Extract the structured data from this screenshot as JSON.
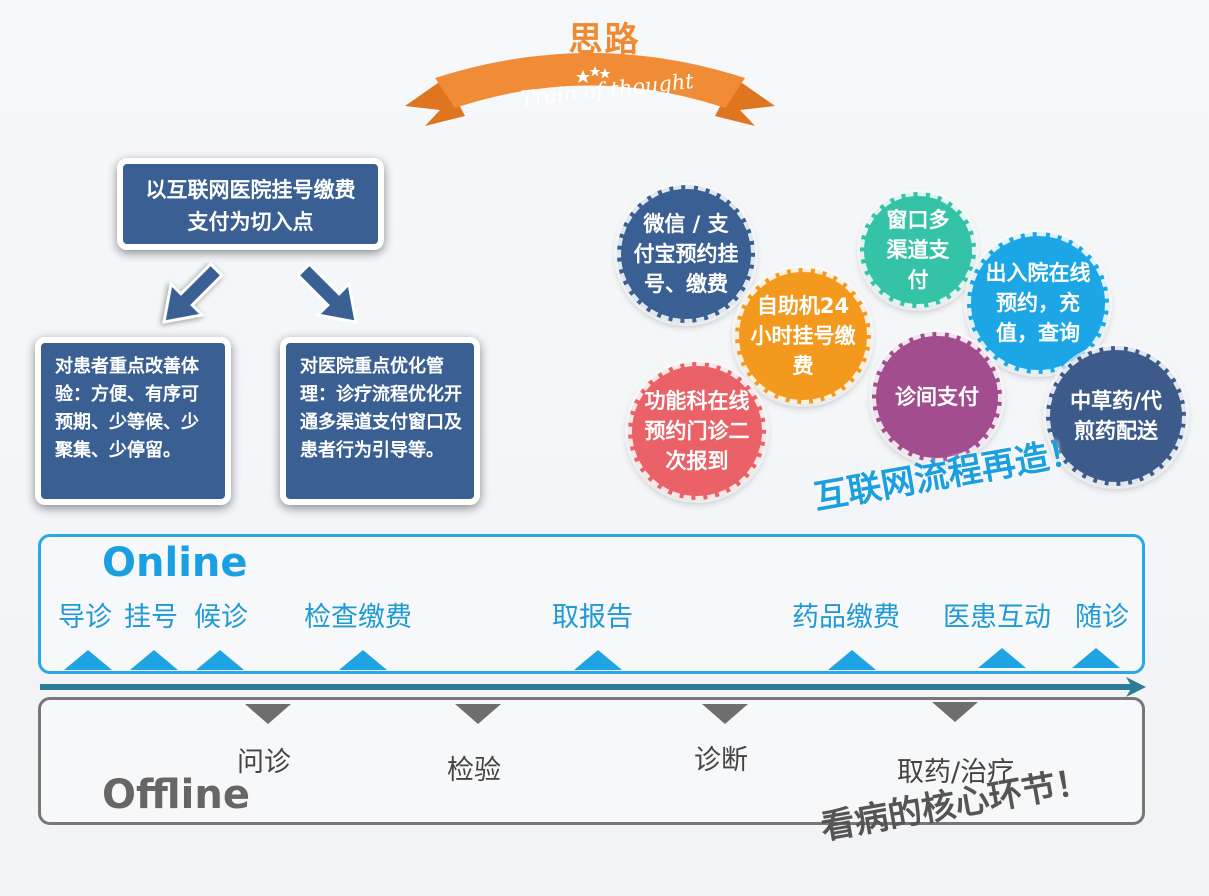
{
  "header": {
    "title": "思路",
    "subtitle": "Train of thought"
  },
  "entry_point": "以互联网医院挂号缴费\n支付为切入点",
  "patient_box": "对患者重点改善体验：方便、有序可预期、少等候、少聚集、少停留。",
  "hospital_box": "对医院重点优化管理：诊疗流程优化开通多渠道支付窗口及患者行为引导等。",
  "circles": [
    {
      "text": "微信 / 支付宝预约挂号、缴费",
      "color": "#3a5f93"
    },
    {
      "text": "自助机24小时挂号缴费",
      "color": "#f39a1e"
    },
    {
      "text": "窗口多渠道支付",
      "color": "#34c3a6"
    },
    {
      "text": "出入院在线预约，充值，查询",
      "color": "#1ca6e6"
    },
    {
      "text": "诊间支付",
      "color": "#a24d8e"
    },
    {
      "text": "功能科在线预约门诊二次报到",
      "color": "#ea6167"
    },
    {
      "text": "中草药/代煎药配送",
      "color": "#3d5b8a"
    }
  ],
  "online": {
    "label": "Online",
    "steps": [
      "导诊",
      "挂号",
      "候诊",
      "检查缴费",
      "取报告",
      "药品缴费",
      "医患互动",
      "随诊"
    ],
    "slogan": "互联网流程再造！"
  },
  "offline": {
    "label": "Offline",
    "steps": [
      "问诊",
      "检验",
      "诊断",
      "取药/治疗"
    ],
    "slogan": "看病的核心环节！"
  },
  "colors": {
    "accent_orange": "#ef8a33",
    "box_blue": "#3a5f93",
    "online_blue": "#1aa0e2",
    "offline_gray": "#666666"
  }
}
